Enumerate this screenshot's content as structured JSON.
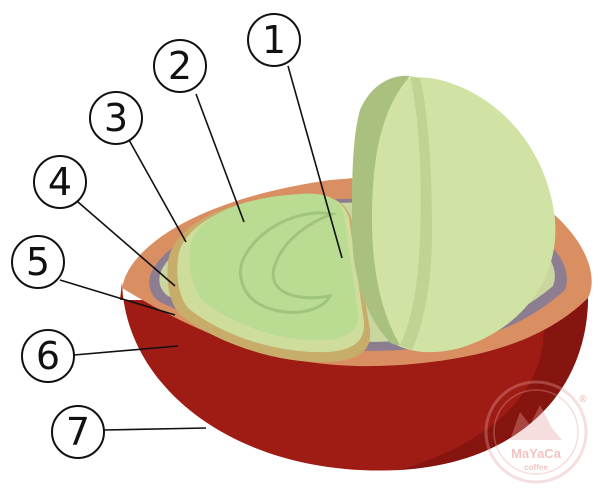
{
  "labels": [
    {
      "id": 1,
      "text": "1"
    },
    {
      "id": 2,
      "text": "2"
    },
    {
      "id": 3,
      "text": "3"
    },
    {
      "id": 4,
      "text": "4"
    },
    {
      "id": 5,
      "text": "5"
    },
    {
      "id": 6,
      "text": "6"
    },
    {
      "id": 7,
      "text": "7"
    }
  ],
  "watermark": {
    "brand": "MaYaCa",
    "sub": "coffee",
    "mark": "®"
  },
  "colors": {
    "exocarp": "#9e1c14",
    "exocarp_dark": "#6f0f0a",
    "mesocarp": "#d98f62",
    "endocarp": "#8d7d90",
    "spermoderm": "#c4d18f",
    "endosperm": "#b9dc92",
    "endosperm_light": "#cfe6a6",
    "bean_half": "#d0e2a4",
    "bean_half_dark": "#a9c07e"
  }
}
